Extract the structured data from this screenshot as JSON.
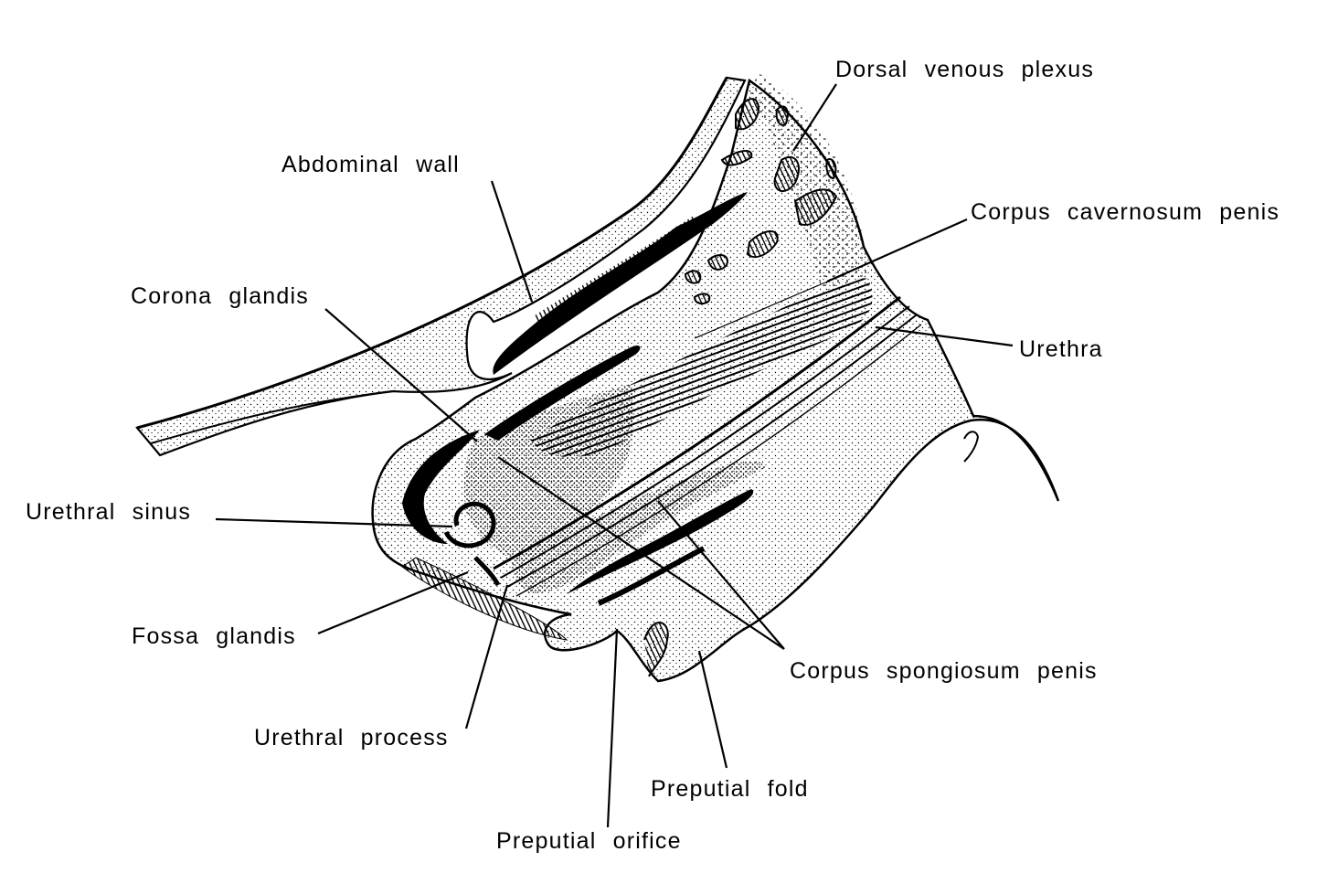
{
  "labels": {
    "dorsal_venous_plexus": "Dorsal venous plexus",
    "abdominal_wall": "Abdominal wall",
    "corpus_cavernosum_penis": "Corpus cavernosum penis",
    "corona_glandis": "Corona glandis",
    "urethra": "Urethra",
    "urethral_sinus": "Urethral sinus",
    "fossa_glandis": "Fossa glandis",
    "corpus_spongiosum_penis": "Corpus spongiosum penis",
    "urethral_process": "Urethral process",
    "preputial_fold": "Preputial fold",
    "preputial_orifice": "Preputial orifice"
  },
  "colors": {
    "ink": "#000000",
    "paper": "#ffffff"
  }
}
